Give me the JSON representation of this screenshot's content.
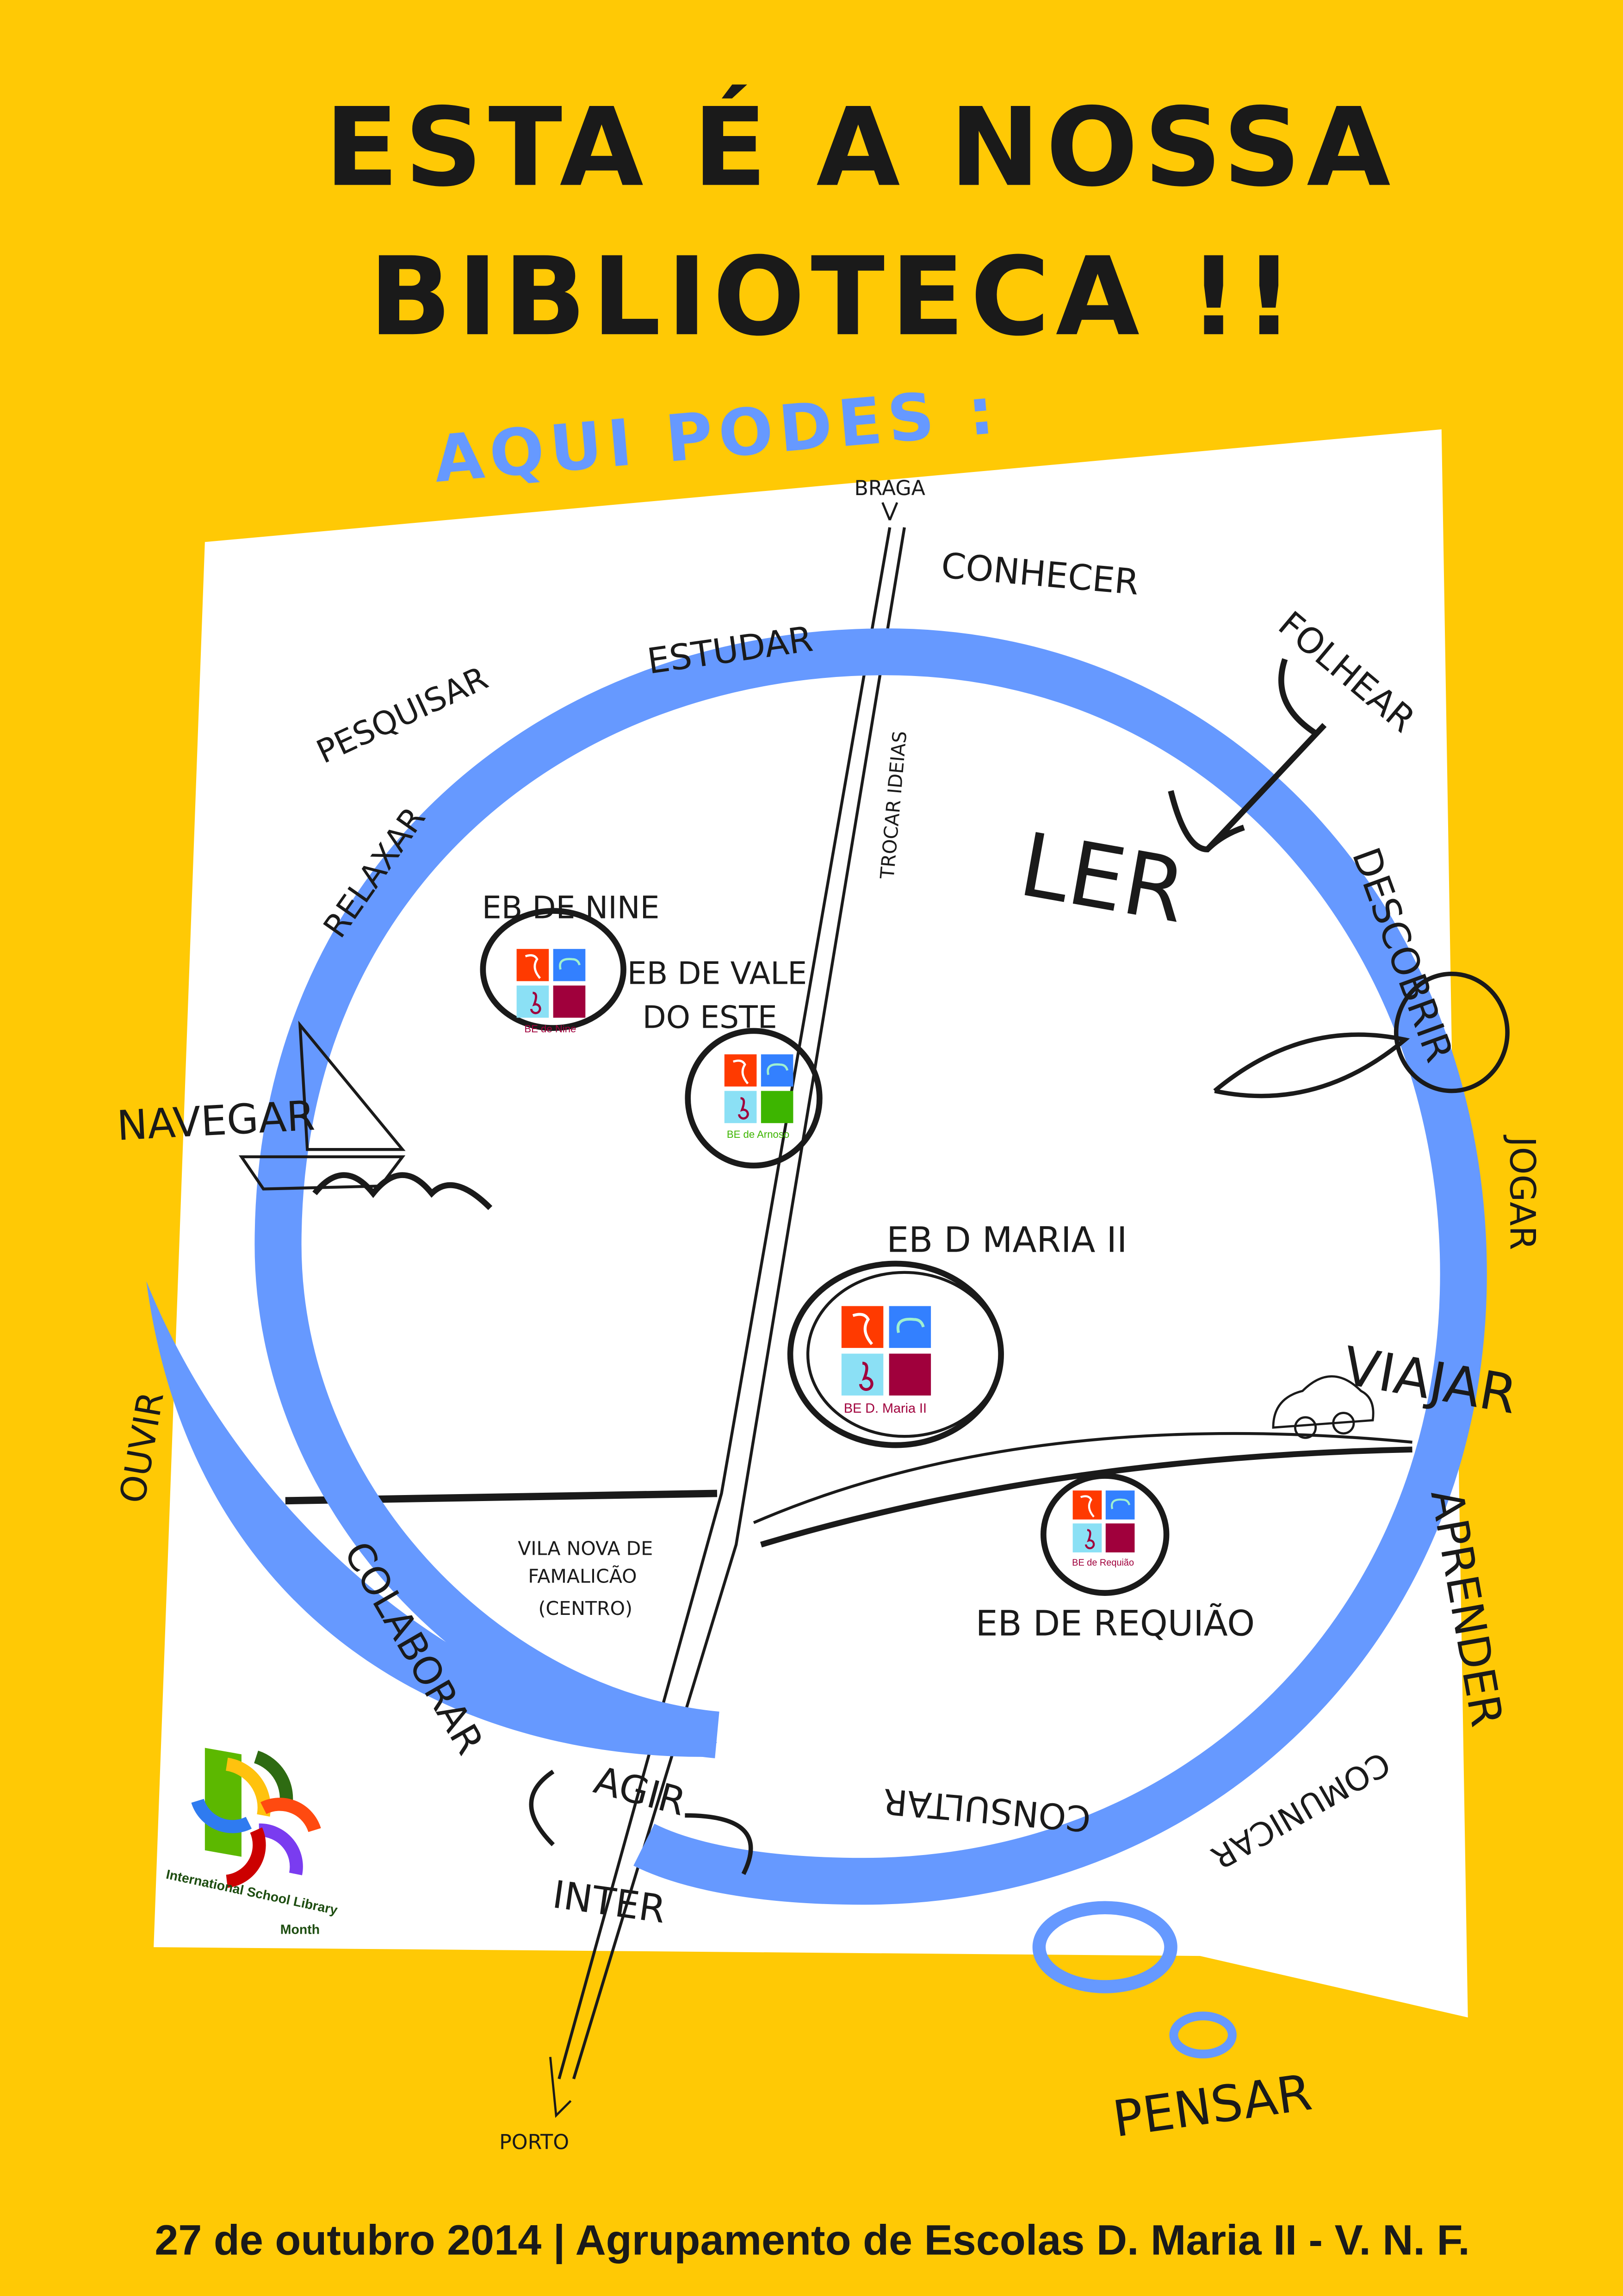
{
  "colors": {
    "background": "#FFC905",
    "accent_blue": "#6699FF",
    "ink": "#1a1a1a",
    "paper": "#FFFFFF"
  },
  "title": {
    "line1": "ESTA É A NOSSA",
    "line2": "BIBLIOTECA !!"
  },
  "subtitle": "AQUI PODES :",
  "map": {
    "directions": {
      "north": "BRAGA",
      "south": "PORTO"
    },
    "center_label": [
      "VILA NOVA DE",
      "FAMALICÃO",
      "(CENTRO)"
    ],
    "road_label": "TROCAR IDEIAS",
    "verbs": {
      "conhecer": "CONHECER",
      "estudar": "ESTUDAR",
      "pesquisar": "PESQUISAR",
      "relaxar": "RELAXAR",
      "folhear": "FOLHEAR",
      "ler": "LER",
      "descobrir": "DESCOBRIR",
      "jogar": "JOGAR",
      "viajar": "VIAJAR",
      "aprender": "APRENDER",
      "comunicar": "COMUNICAR",
      "consultar": "CONSULTAR",
      "agir": "AGIR",
      "interagir": "INTER",
      "colaborar": "COLABORAR",
      "ouvir": "OUVIR",
      "navegar": "NAVEGAR",
      "pensar": "PENSAR"
    },
    "schools": [
      {
        "name": "EB DE NINE",
        "logo_label": "BE de Nine",
        "color": "#A0003C"
      },
      {
        "name_lines": [
          "EB DE VALE",
          "DO ESTE"
        ],
        "logo_label": "BE de Arnoso",
        "color": "#3DB500"
      },
      {
        "name": "EB D MARIA II",
        "logo_label": "BE D. Maria II",
        "color": "#A0003C"
      },
      {
        "name": "EB DE REQUIÃO",
        "logo_label": "BE de Requião",
        "color": "#A0003C"
      }
    ]
  },
  "ism_logo": {
    "text_line1": "International School Library",
    "text_line2": "Month"
  },
  "footer": "27 de outubro 2014 | Agrupamento de Escolas D. Maria II - V. N. F."
}
